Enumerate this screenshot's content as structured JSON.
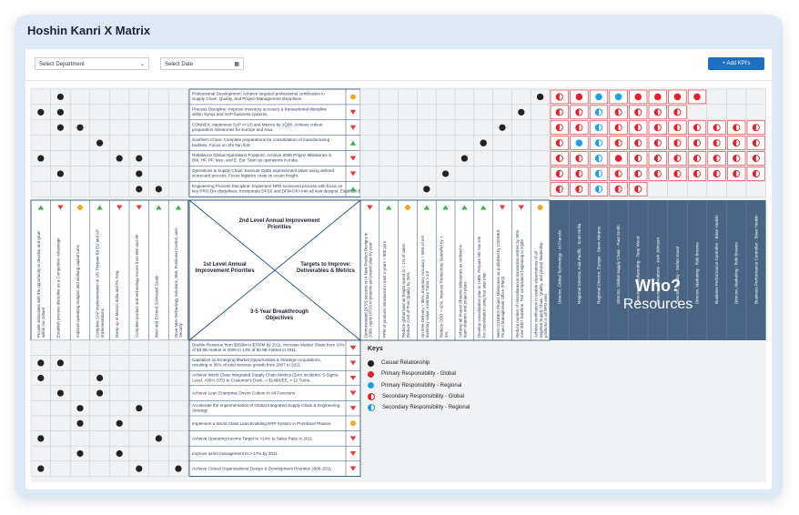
{
  "app": {
    "title": "Hoshin Kanri X Matrix"
  },
  "toolbar": {
    "department_placeholder": "Select Department",
    "date_placeholder": "Select Date",
    "add_kpi_label": "Add KPI's"
  },
  "matrix": {
    "labels": {
      "top": "2nd Level Annual Improvement Priorities",
      "left": "1st Level Annual Improvement Priorities",
      "right": "Targets to Improve: Deliverables & Metrics",
      "bottom": "3-5 Year Breakthrough Objectives"
    },
    "second_level_priorities": [
      {
        "text": "Professional Development:  Achieve targeted professional certification in Supply Chain, Quality, and Project Management disciplines.",
        "status": "neutral"
      },
      {
        "text": "Process Discipline:  Improve inventory accuracy & transactional discipline within Symix and SAP business systems.",
        "status": "down"
      },
      {
        "text": "CONNEX:  Implement SAP in US and Mexico by 1Q08.  Achieve critical preparation milestones for Europe and Asia.",
        "status": "down"
      },
      {
        "text": "Southern China:  Complete preparations for consolidation of manufacturing facilities.  Focus on Shi Yan first.",
        "status": "up"
      },
      {
        "text": "Rebalance Global Operations Footprint:  Achieve 2008 Project Milestones in BW, HF, PF, Mex, and E. Eur.  Start up operations in India.",
        "status": "down"
      },
      {
        "text": "Operations & Supply Chain:  Execute OpEx improvement plans using defined scorecard process.  Focus logistics costs vs ocean freight.",
        "status": "down"
      },
      {
        "text": "Engineering Process Discipline: Implement NPD scorecard process with focus on key PRO-DIx disciplines.  Incorporate DFSS and DFM-DFA into all new designs.  Establish baseline measures for NPD ROI.",
        "status": "up"
      }
    ],
    "first_level_priorities": [
      {
        "text": "Provide associates with the opportunity to develop and grow within our culture",
        "status": "up"
      },
      {
        "text": "Establish process discipline as a Competitive Advantage",
        "status": "down"
      },
      {
        "text": "Improve operating margins and working capital turns",
        "status": "neutral"
      },
      {
        "text": "Complete SAP implementation in US.  Prepare for EU and AP implementations",
        "status": "up"
      },
      {
        "text": "Ramp up in Mexico India and Pu Xing",
        "status": "down"
      },
      {
        "text": "Complete product and technology moves from BW and HF",
        "status": "down"
      },
      {
        "text": "Meet and Exceed Scorecard Goals",
        "status": "up"
      },
      {
        "text": "Drive New Technology Solutions, EMI, Positional Control, and Security",
        "status": "up"
      }
    ],
    "targets": [
      {
        "text": "Demonstrated DFSS success on 4 New Product Designs in 2008.  Apply DFSS to projects per project plan by year",
        "status": "down"
      },
      {
        "text": "PPM of products introduced in past 3 years < 500 ppm",
        "status": "up"
      },
      {
        "text": "Reduce global land air freight spend to < 1% of sales.  Reduce Cost of Poor Quality by 25%",
        "status": "neutral"
      },
      {
        "text": "On-time Delivery > 95%.  Inventory Accuracy > 95% of net inventory value.  Inventory Turns > 5.0",
        "status": "up"
      },
      {
        "text": "Reduce OOD < 42%.  Improve Productivity (sales/hr) by > 4%",
        "status": "up"
      },
      {
        "text": "Achieve all Project Phoenix Milestones as outlined in team charters and project plans",
        "status": "up"
      },
      {
        "text": "Develop consolidation plan in 1H08.  Prepare Shi Yan site for consolidation using four step plan",
        "status": "up"
      },
      {
        "text": "Meet CONNEX Project Milestones as published by CONNEX Project Management Office (PMO)",
        "status": "down"
      },
      {
        "text": "Reduce number of miscellaneous transaction entries by 50% over 2007 baseline.  Test compliance beginning in 2Q08",
        "status": "down"
      },
      {
        "text": "Achieve certification to enable expectations of all targeted Supply Chain, Quality, and project leadership positions in all NPD sites",
        "status": "neutral"
      }
    ],
    "resources": [
      "Director, Global Technology - Al Franchi",
      "Regional Director, Asia Pacific - Scott Kirilla",
      "Regional Director, Europe - Steve Abrams",
      "Director, Global Supply Chain - Paul Smith",
      "Director, Manufacturing - Tony Wood",
      "Director, Operations - Jack Johnson",
      "Director, Quality - Stefan Koval",
      "Director, Marketing - Rob Browne",
      "Business Performance Controller - Brian Hoskin",
      "Director, Marketing - Rob Browne",
      "Business Performance Controller - Brian Hoskin"
    ],
    "who_title": "Who?",
    "who_subtitle": "Resources",
    "breakthrough_objectives": [
      {
        "text": "Double Revenue from $350M to $700M by 2011.  Increase Market Share from 10% of $3.5B market in 2006 to 14% of $4.9B market in 2011.",
        "status": "down"
      },
      {
        "text": "Capitalize on Emerging Market Opportunities & Strategic Acquisitions, resulting in 35% of total revenue growth from 2007 to 2011.",
        "status": "down"
      },
      {
        "text": "Achieve World Class Integrated Supply Chain Metrics (Zero Incidents, 5-Sigma Level, >95% OTD to Customer's Dock, > $146K/EE, > 12 Turns.",
        "status": "down"
      },
      {
        "text": "Achieve Lean Enterprise Driven Culture In All Functions",
        "status": "down"
      },
      {
        "text": "Accelerate the Implementation of Global Integrated Supply Chain & Engineering Strategy",
        "status": "down"
      },
      {
        "text": "Implement a World Class Lean Enabling ERP System in Prioritized Phases",
        "status": "neutral"
      },
      {
        "text": "Achieve Operating Income Target to >14% to Sales Ratio in 2011.",
        "status": "down"
      },
      {
        "text": "Improve asset management to > 17% by 2011.",
        "status": "down"
      },
      {
        "text": "Achieve Critical Organizational Design & Development Priorities 2008-2011",
        "status": "down"
      }
    ],
    "keys": {
      "title": "Keys",
      "items": [
        {
          "label": "Casual Relationship",
          "type": "black"
        },
        {
          "label": "Primary Responsibility - Global",
          "type": "red"
        },
        {
          "label": "Primary Responsibility - Regional",
          "type": "blue"
        },
        {
          "label": "Secondary Responsibility - Global",
          "type": "halfred"
        },
        {
          "label": "Secondary Responsibility - Regional",
          "type": "halfblue"
        }
      ]
    },
    "top_left_dots": [
      [
        0,
        1
      ],
      [
        1,
        0
      ],
      [
        1,
        1
      ],
      [
        2,
        1
      ],
      [
        2,
        2
      ],
      [
        3,
        3
      ],
      [
        4,
        0
      ],
      [
        4,
        4
      ],
      [
        4,
        5
      ],
      [
        5,
        1
      ],
      [
        5,
        5
      ],
      [
        6,
        5
      ],
      [
        6,
        6
      ]
    ],
    "top_right_dots": [
      [
        0,
        0
      ],
      [
        0,
        1
      ],
      [
        1,
        1
      ],
      [
        2,
        2
      ],
      [
        3,
        3
      ],
      [
        4,
        4
      ],
      [
        5,
        5
      ],
      [
        6,
        6
      ],
      [
        3,
        7
      ]
    ],
    "bottom_dots": [
      [
        1,
        0
      ],
      [
        1,
        1
      ],
      [
        2,
        0
      ],
      [
        2,
        3
      ],
      [
        3,
        1
      ],
      [
        3,
        3
      ],
      [
        4,
        2
      ],
      [
        4,
        5
      ],
      [
        5,
        2
      ],
      [
        5,
        4
      ],
      [
        6,
        0
      ],
      [
        6,
        6
      ],
      [
        7,
        2
      ],
      [
        7,
        4
      ],
      [
        8,
        0
      ],
      [
        8,
        5
      ],
      [
        8,
        7
      ]
    ],
    "resource_grid": [
      [
        "halfred",
        "red",
        "blue",
        "blue",
        "red",
        "red",
        "red",
        "red",
        "",
        "",
        ""
      ],
      [
        "halfred",
        "halfred",
        "halfblue",
        "halfred",
        "halfred",
        "halfred",
        "halfred",
        "",
        "",
        "",
        ""
      ],
      [
        "halfred",
        "halfred",
        "halfblue",
        "halfred",
        "halfred",
        "halfred",
        "halfred",
        "halfred",
        "halfred",
        "halfred",
        "halfred"
      ],
      [
        "halfred",
        "blue",
        "halfblue",
        "halfred",
        "halfred",
        "halfred",
        "halfred",
        "halfred",
        "halfred",
        "halfred",
        "halfred"
      ],
      [
        "halfred",
        "halfred",
        "halfblue",
        "red",
        "halfred",
        "halfred",
        "halfred",
        "halfred",
        "halfred",
        "halfred",
        "halfred"
      ],
      [
        "halfred",
        "halfred",
        "halfblue",
        "halfred",
        "halfred",
        "halfred",
        "halfred",
        "halfred",
        "halfred",
        "halfred",
        "halfred"
      ],
      [
        "halfred",
        "halfred",
        "halfblue",
        "halfred",
        "halfred",
        "",
        "",
        "",
        "",
        "",
        ""
      ]
    ],
    "colors": {
      "accent": "#1e6fbf",
      "navy": "#4a6583",
      "red": "#e32129",
      "blue": "#1aa2e8",
      "up": "#3bb04a",
      "down": "#e53935",
      "neutral": "#f5a623",
      "grid": "#c8ccd2",
      "border": "#1f4a78"
    }
  }
}
